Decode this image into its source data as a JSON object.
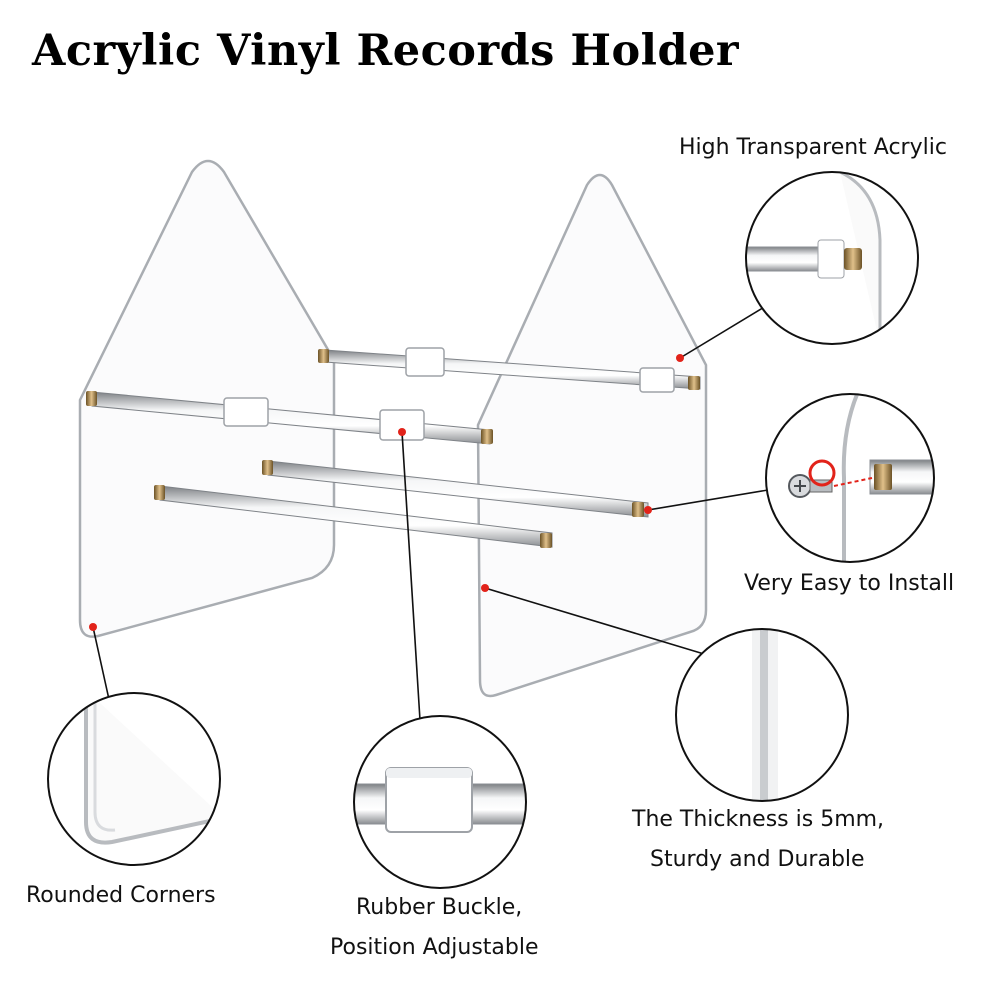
{
  "title": "Acrylic Vinyl Records Holder",
  "callouts": {
    "transparent": "High Transparent Acrylic",
    "install": "Very Easy to Install",
    "thickness_line1": "The Thickness is 5mm,",
    "thickness_line2": "Sturdy and Durable",
    "corners": "Rounded Corners",
    "buckle_line1": "Rubber Buckle,",
    "buckle_line2": "Position Adjustable"
  },
  "colors": {
    "marker": "#e2231a",
    "acrylic_edge": "#b9bcc0",
    "rod_metal": "#b08a4a"
  }
}
